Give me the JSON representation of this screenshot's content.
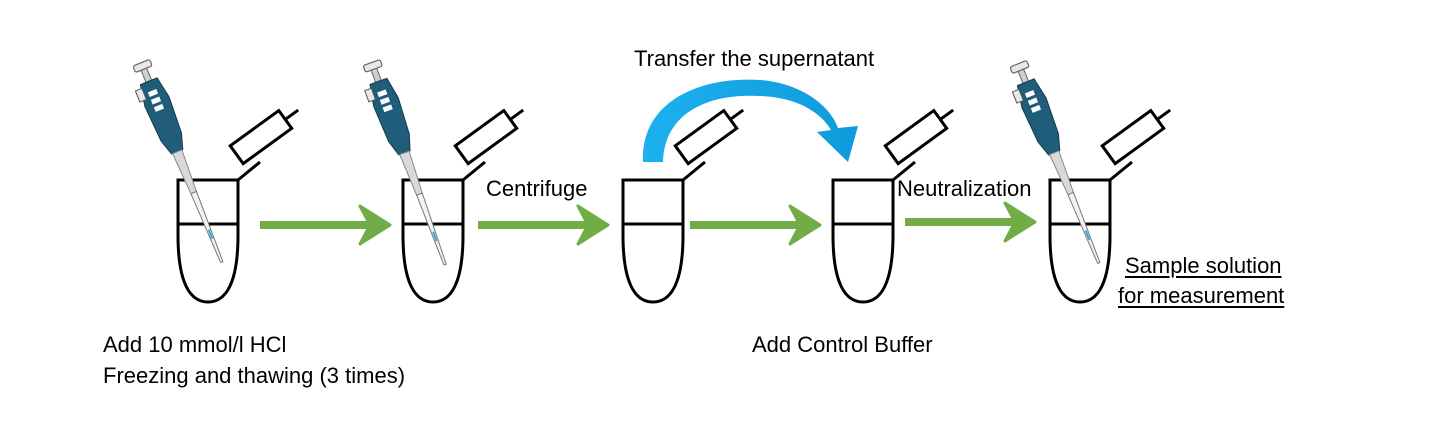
{
  "labels": {
    "transfer": "Transfer the supernatant",
    "centrifuge": "Centrifuge",
    "neutralization": "Neutralization",
    "add_hcl": "Add 10 mmol/l HCl",
    "freeze_thaw": "Freezing and thawing (3 times)",
    "add_buffer": "Add Control Buffer",
    "sample_line1": "Sample solution",
    "sample_line2": "for measurement"
  },
  "colors": {
    "arrow_green": "#70ad47",
    "arrow_blue": "#1aa8e8",
    "pipette_body": "#1f5d7a",
    "tube_outline": "#000000"
  },
  "icons": {
    "tube": "microcentrifuge-tube-icon",
    "pipette": "pipette-icon"
  }
}
